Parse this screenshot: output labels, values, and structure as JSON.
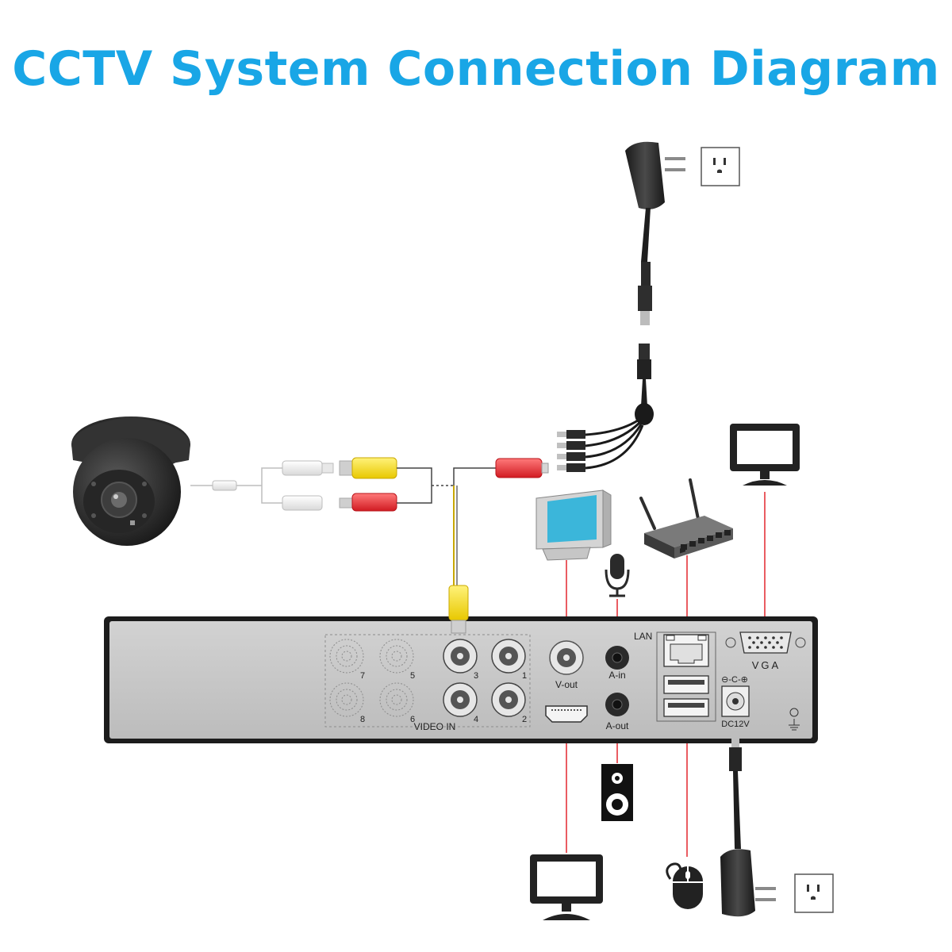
{
  "title": "CCTV System Connection Diagram",
  "dvr": {
    "channel_numbers": [
      "7",
      "5",
      "3",
      "1",
      "8",
      "6",
      "4",
      "2"
    ],
    "video_in_label": "VIDEO IN",
    "v_out_label": "V-out",
    "a_in_label": "A-in",
    "a_out_label": "A-out",
    "lan_label": "LAN",
    "vga_label": "VGA",
    "dc_label": "DC12V",
    "dc_symbol": "⊖-C-⊕"
  },
  "colors": {
    "title": "#19a6e6",
    "signal_line": "#e4343b",
    "video_plug": "#f5d90a",
    "power_plug": "#e8262e",
    "dvr_panel": "#c8c8c8",
    "monitor_screen": "#3bb6da"
  },
  "icons": [
    "dome-camera-icon",
    "power-adapter-icon",
    "wall-outlet-icon",
    "power-splitter-icon",
    "crt-monitor-icon",
    "microphone-icon",
    "router-icon",
    "lcd-monitor-icon",
    "speaker-icon",
    "mouse-icon"
  ]
}
